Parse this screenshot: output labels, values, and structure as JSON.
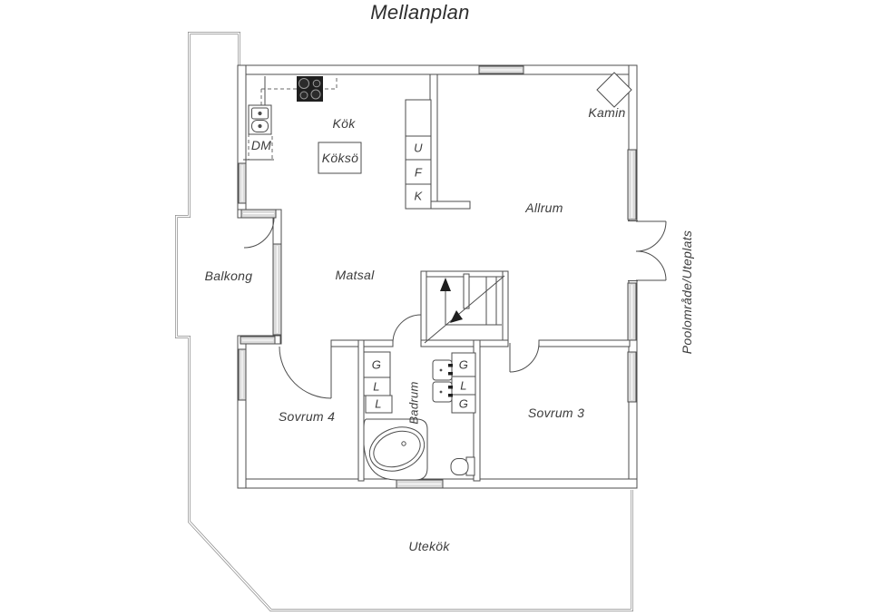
{
  "title": "Mellanplan",
  "colors": {
    "wall_line": "#4d4d4d",
    "terrace_line": "#8a8a8a",
    "window_fill": "#dcdcdc",
    "stove_fill": "#1f1f1f",
    "text": "#3c3c3c",
    "background": "#ffffff"
  },
  "labels": {
    "kitchen": "Kök",
    "kitchen_island": "Köksö",
    "dishwasher": "DM",
    "appliance_top": "U",
    "appliance_mid": "F",
    "appliance_bottom": "K",
    "living_room": "Allrum",
    "fireplace": "Kamin",
    "dining_room": "Matsal",
    "balcony": "Balkong",
    "bedroom_4": "Sovrum 4",
    "bedroom_3": "Sovrum 3",
    "bathroom": "Badrum",
    "outdoor_kitchen": "Utekök",
    "pool_area": "Poolområde/Uteplats"
  },
  "closets": {
    "left_column": [
      "G",
      "L",
      "L"
    ],
    "right_column": [
      "G",
      "L",
      "G"
    ]
  }
}
